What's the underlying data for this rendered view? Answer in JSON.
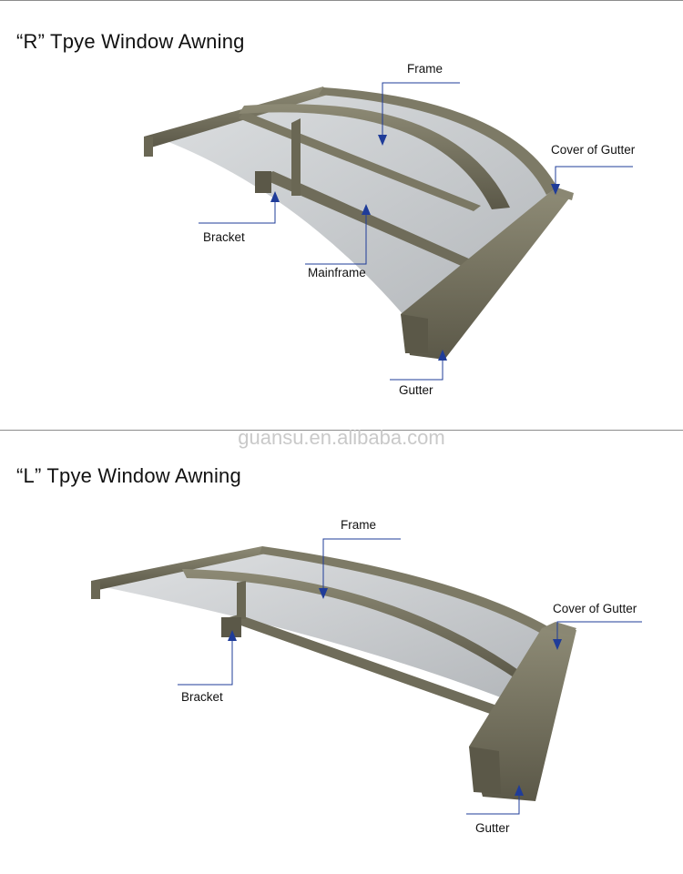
{
  "top_border": true,
  "sections": [
    {
      "title": "“R” Tpye Window Awning",
      "labels": {
        "frame": "Frame",
        "cover_of_gutter": "Cover of Gutter",
        "bracket": "Bracket",
        "mainframe": "Mainframe",
        "gutter": "Gutter"
      }
    },
    {
      "title": "“L” Tpye Window Awning",
      "labels": {
        "frame": "Frame",
        "cover_of_gutter": "Cover of Gutter",
        "bracket": "Bracket",
        "gutter": "Gutter"
      }
    }
  ],
  "watermark": "guansu.en.alibaba.com",
  "colors": {
    "frame": "#77735f",
    "frame_dark": "#5b5848",
    "glass": "#bcc0c4",
    "arrow": "#1f3c99",
    "leader": "#1f3c99"
  }
}
